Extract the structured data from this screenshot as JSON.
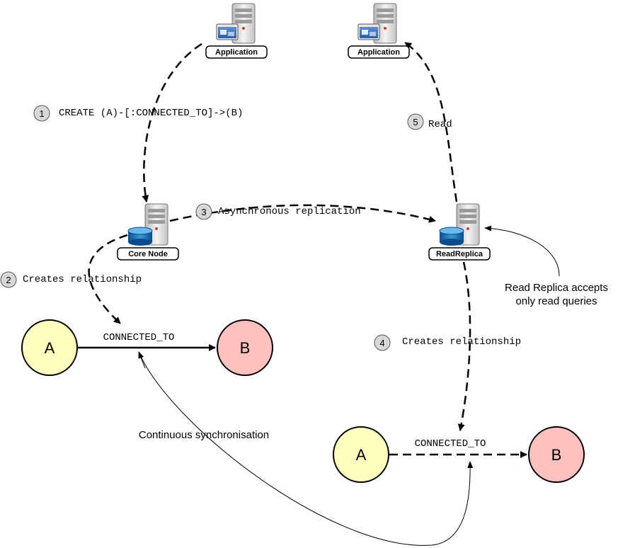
{
  "servers": {
    "app_left": {
      "label": "Application",
      "icon": "app-server-icon"
    },
    "app_right": {
      "label": "Application",
      "icon": "app-server-icon"
    },
    "core": {
      "label": "Core Node",
      "icon": "database-server-icon"
    },
    "replica": {
      "label": "ReadReplica",
      "icon": "database-server-icon"
    }
  },
  "steps": [
    {
      "num": "1",
      "text": "CREATE (A)-[:CONNECTED_TO]->(B)"
    },
    {
      "num": "2",
      "text": "Creates relationship"
    },
    {
      "num": "3",
      "text": "Asynchronous replication"
    },
    {
      "num": "4",
      "text": "Creates relationship"
    },
    {
      "num": "5",
      "text": "Read"
    }
  ],
  "graph_core": {
    "node_a": "A",
    "node_b": "B",
    "relationship": "CONNECTED_TO"
  },
  "graph_replica": {
    "node_a": "A",
    "node_b": "B",
    "relationship": "CONNECTED_TO"
  },
  "notes": {
    "replica_line1": "Read Replica accepts",
    "replica_line2": "only read queries",
    "sync": "Continuous synchronisation"
  },
  "colors": {
    "node_a_fill": "#ffffc0",
    "node_b_fill": "#ffc0c0",
    "step_circle_fill": "#d8d8d8"
  }
}
